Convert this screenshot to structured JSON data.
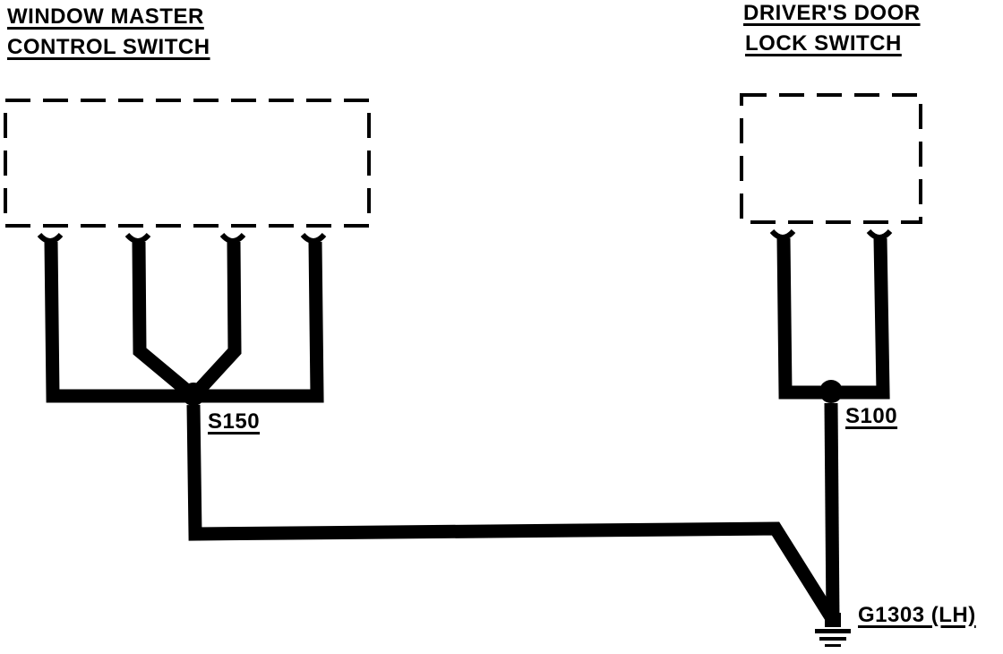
{
  "components": {
    "master_switch": {
      "line1": "WINDOW MASTER",
      "line2": "CONTROL SWITCH"
    },
    "door_lock_switch": {
      "line1": "DRIVER'S DOOR",
      "line2": "LOCK SWITCH"
    }
  },
  "splices": {
    "s150": "S150",
    "s100": "S100"
  },
  "ground": {
    "label": "G1303 (LH)"
  }
}
